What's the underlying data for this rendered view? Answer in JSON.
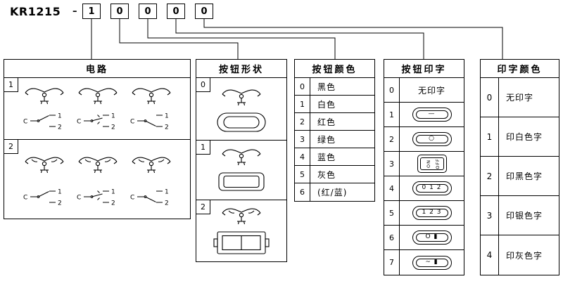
{
  "colors": {
    "line": "#000000",
    "background": "#ffffff"
  },
  "model": {
    "prefix": "KR1215",
    "separator": "–",
    "digits": [
      "1",
      "0",
      "0",
      "0",
      "0"
    ]
  },
  "tables": {
    "circuit": {
      "title": "电路",
      "rows": [
        {
          "code": "1"
        },
        {
          "code": "2"
        }
      ],
      "labels": {
        "c": "C",
        "t1": "1",
        "t2": "2"
      }
    },
    "shape": {
      "title": "按钮形状",
      "rows": [
        {
          "code": "0"
        },
        {
          "code": "1"
        },
        {
          "code": "2"
        }
      ]
    },
    "color": {
      "title": "按钮颜色",
      "rows": [
        {
          "code": "0",
          "label": "黑色"
        },
        {
          "code": "1",
          "label": "白色"
        },
        {
          "code": "2",
          "label": "红色"
        },
        {
          "code": "3",
          "label": "绿色"
        },
        {
          "code": "4",
          "label": "蓝色"
        },
        {
          "code": "5",
          "label": "灰色"
        },
        {
          "code": "6",
          "label": "(红/蓝)"
        }
      ]
    },
    "printing": {
      "title": "按钮印字",
      "rows": [
        {
          "code": "0",
          "label": "无印字"
        },
        {
          "code": "1",
          "mark": "—"
        },
        {
          "code": "2",
          "mark": "○"
        },
        {
          "code": "3",
          "on": "ON",
          "off": "OFF"
        },
        {
          "code": "4",
          "mark": "0 1 2"
        },
        {
          "code": "5",
          "mark": "1 2 3"
        },
        {
          "code": "6",
          "mark": "O ▮"
        },
        {
          "code": "7",
          "mark": "~ ▮"
        }
      ]
    },
    "print_color": {
      "title": "印字颜色",
      "rows": [
        {
          "code": "0",
          "label": "无印字"
        },
        {
          "code": "1",
          "label": "印白色字"
        },
        {
          "code": "2",
          "label": "印黑色字"
        },
        {
          "code": "3",
          "label": "印银色字"
        },
        {
          "code": "4",
          "label": "印灰色字"
        }
      ]
    }
  }
}
